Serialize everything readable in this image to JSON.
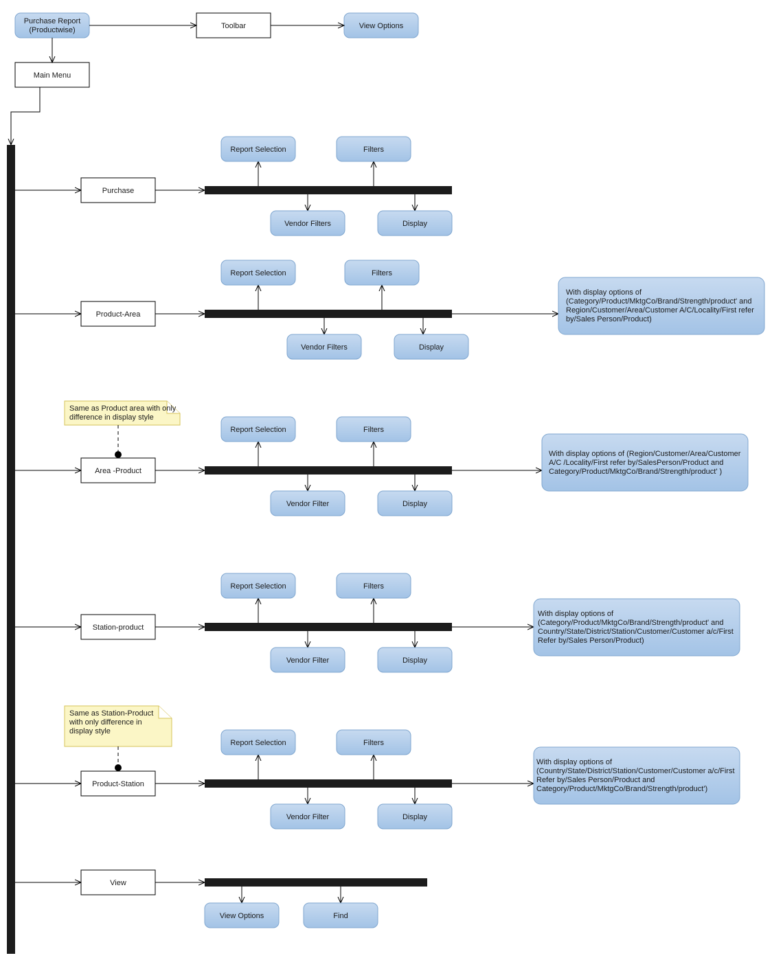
{
  "top": {
    "start": [
      "Purchase Report",
      "(Productwise)"
    ],
    "toolbar": "Toolbar",
    "view_options": "View Options",
    "main_menu": "Main Menu"
  },
  "menus": {
    "purchase": {
      "label": "Purchase",
      "report_selection": "Report Selection",
      "filters": "Filters",
      "vendor_filters": "Vendor Filters",
      "display": "Display"
    },
    "product_area": {
      "label": "Product-Area",
      "report_selection": "Report Selection",
      "filters": "Filters",
      "vendor_filters": "Vendor Filters",
      "display": "Display",
      "info": [
        "With display options of",
        "(Category/Product/MktgCo/Brand/Strength/product' and",
        "Region/Customer/Area/Customer A/C/Locality/First refer",
        "by/Sales Person/Product)"
      ]
    },
    "area_product": {
      "label": "Area -Product",
      "note": [
        "Same as Product area with only",
        "difference in display style"
      ],
      "report_selection": "Report Selection",
      "filters": "Filters",
      "vendor_filter": "Vendor Filter",
      "display": "Display",
      "info": [
        "With display options of (Region/Customer/Area/Customer",
        "A/C /Locality/First refer by/SalesPerson/Product and",
        "Category/Product/MktgCo/Brand/Strength/product' )"
      ]
    },
    "station_product": {
      "label": "Station-product",
      "report_selection": "Report Selection",
      "filters": "Filters",
      "vendor_filter": "Vendor Filter",
      "display": "Display",
      "info": [
        "With display options of",
        "(Category/Product/MktgCo/Brand/Strength/product' and",
        "Country/State/District/Station/Customer/Customer a/c/First",
        "Refer by/Sales Person/Product)"
      ]
    },
    "product_station": {
      "label": "Product-Station",
      "note": [
        "Same as Station-Product",
        "with only difference in",
        "display style"
      ],
      "report_selection": "Report Selection",
      "filters": "Filters",
      "vendor_filter": "Vendor Filter",
      "display": "Display",
      "info": [
        "With display options of",
        "(Country/State/District/Station/Customer/Customer a/c/First",
        "Refer by/Sales Person/Product and",
        "Category/Product/MktgCo/Brand/Strength/product')"
      ]
    },
    "view": {
      "label": "View",
      "view_options": "View Options",
      "find": "Find"
    }
  }
}
